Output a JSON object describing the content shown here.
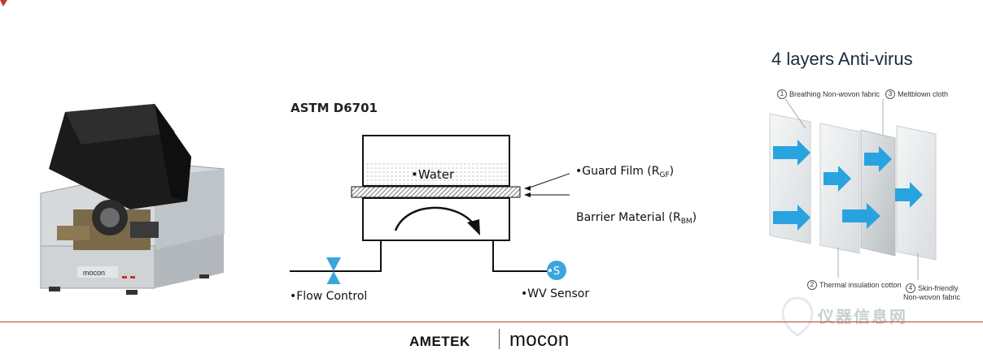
{
  "astm": {
    "title": "ASTM D6701",
    "water": "•Water",
    "guard_film": "•Guard Film (R",
    "guard_film_sub": "GF",
    "guard_film_close": ")",
    "barrier": "Barrier Material (R",
    "barrier_sub": "BM",
    "barrier_close": ")",
    "flow_control": "•Flow Control",
    "wv_sensor": "•WV Sensor",
    "sensor_symbol": "S"
  },
  "layers": {
    "title": "4 layers Anti-virus",
    "items": [
      {
        "num": "1",
        "label": "Breathing Non-wovon fabric"
      },
      {
        "num": "3",
        "label": "Meltblown cloth"
      },
      {
        "num": "2",
        "label": "Thermal insulation cotton"
      },
      {
        "num": "4",
        "label": "Skin-friendly",
        "label2": "Non-wovon fabric"
      }
    ]
  },
  "instrument": {
    "brand": "mocon"
  },
  "footer": {
    "ametek": "AMETEK",
    "mocon": "mocon"
  },
  "watermark": {
    "text": "仪器信息网"
  },
  "colors": {
    "accent_red": "#c0392b",
    "arrow_blue": "#29a3e0",
    "valve_blue": "#3aa6dd"
  }
}
